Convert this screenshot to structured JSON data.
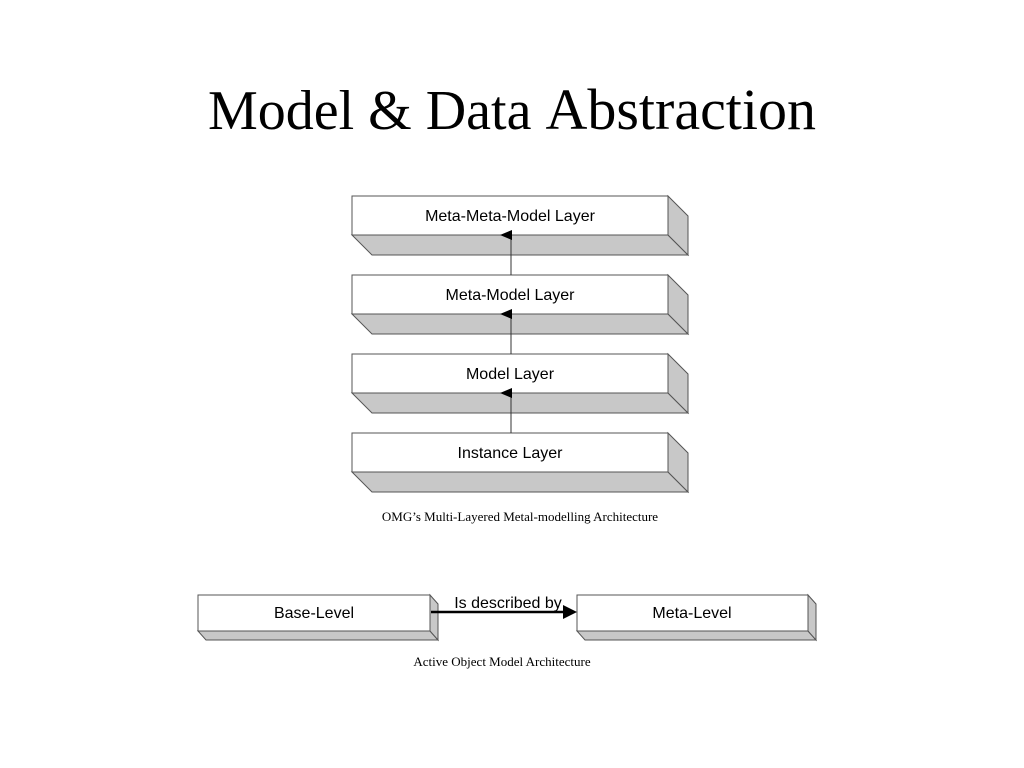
{
  "slide": {
    "title_main": "Model & Data ",
    "title_tail": "Abstraction"
  },
  "omg_diagram": {
    "layers": [
      {
        "label": "Meta-Meta-Model Layer"
      },
      {
        "label": "Meta-Model Layer"
      },
      {
        "label": "Model Layer"
      },
      {
        "label": "Instance Layer"
      }
    ],
    "caption": "OMG’s Multi-Layered Metal-modelling Architecture"
  },
  "aom_diagram": {
    "base_label": "Base-Level",
    "meta_label": "Meta-Level",
    "relation_label": "Is described by",
    "caption": "Active Object  Model Architecture"
  }
}
